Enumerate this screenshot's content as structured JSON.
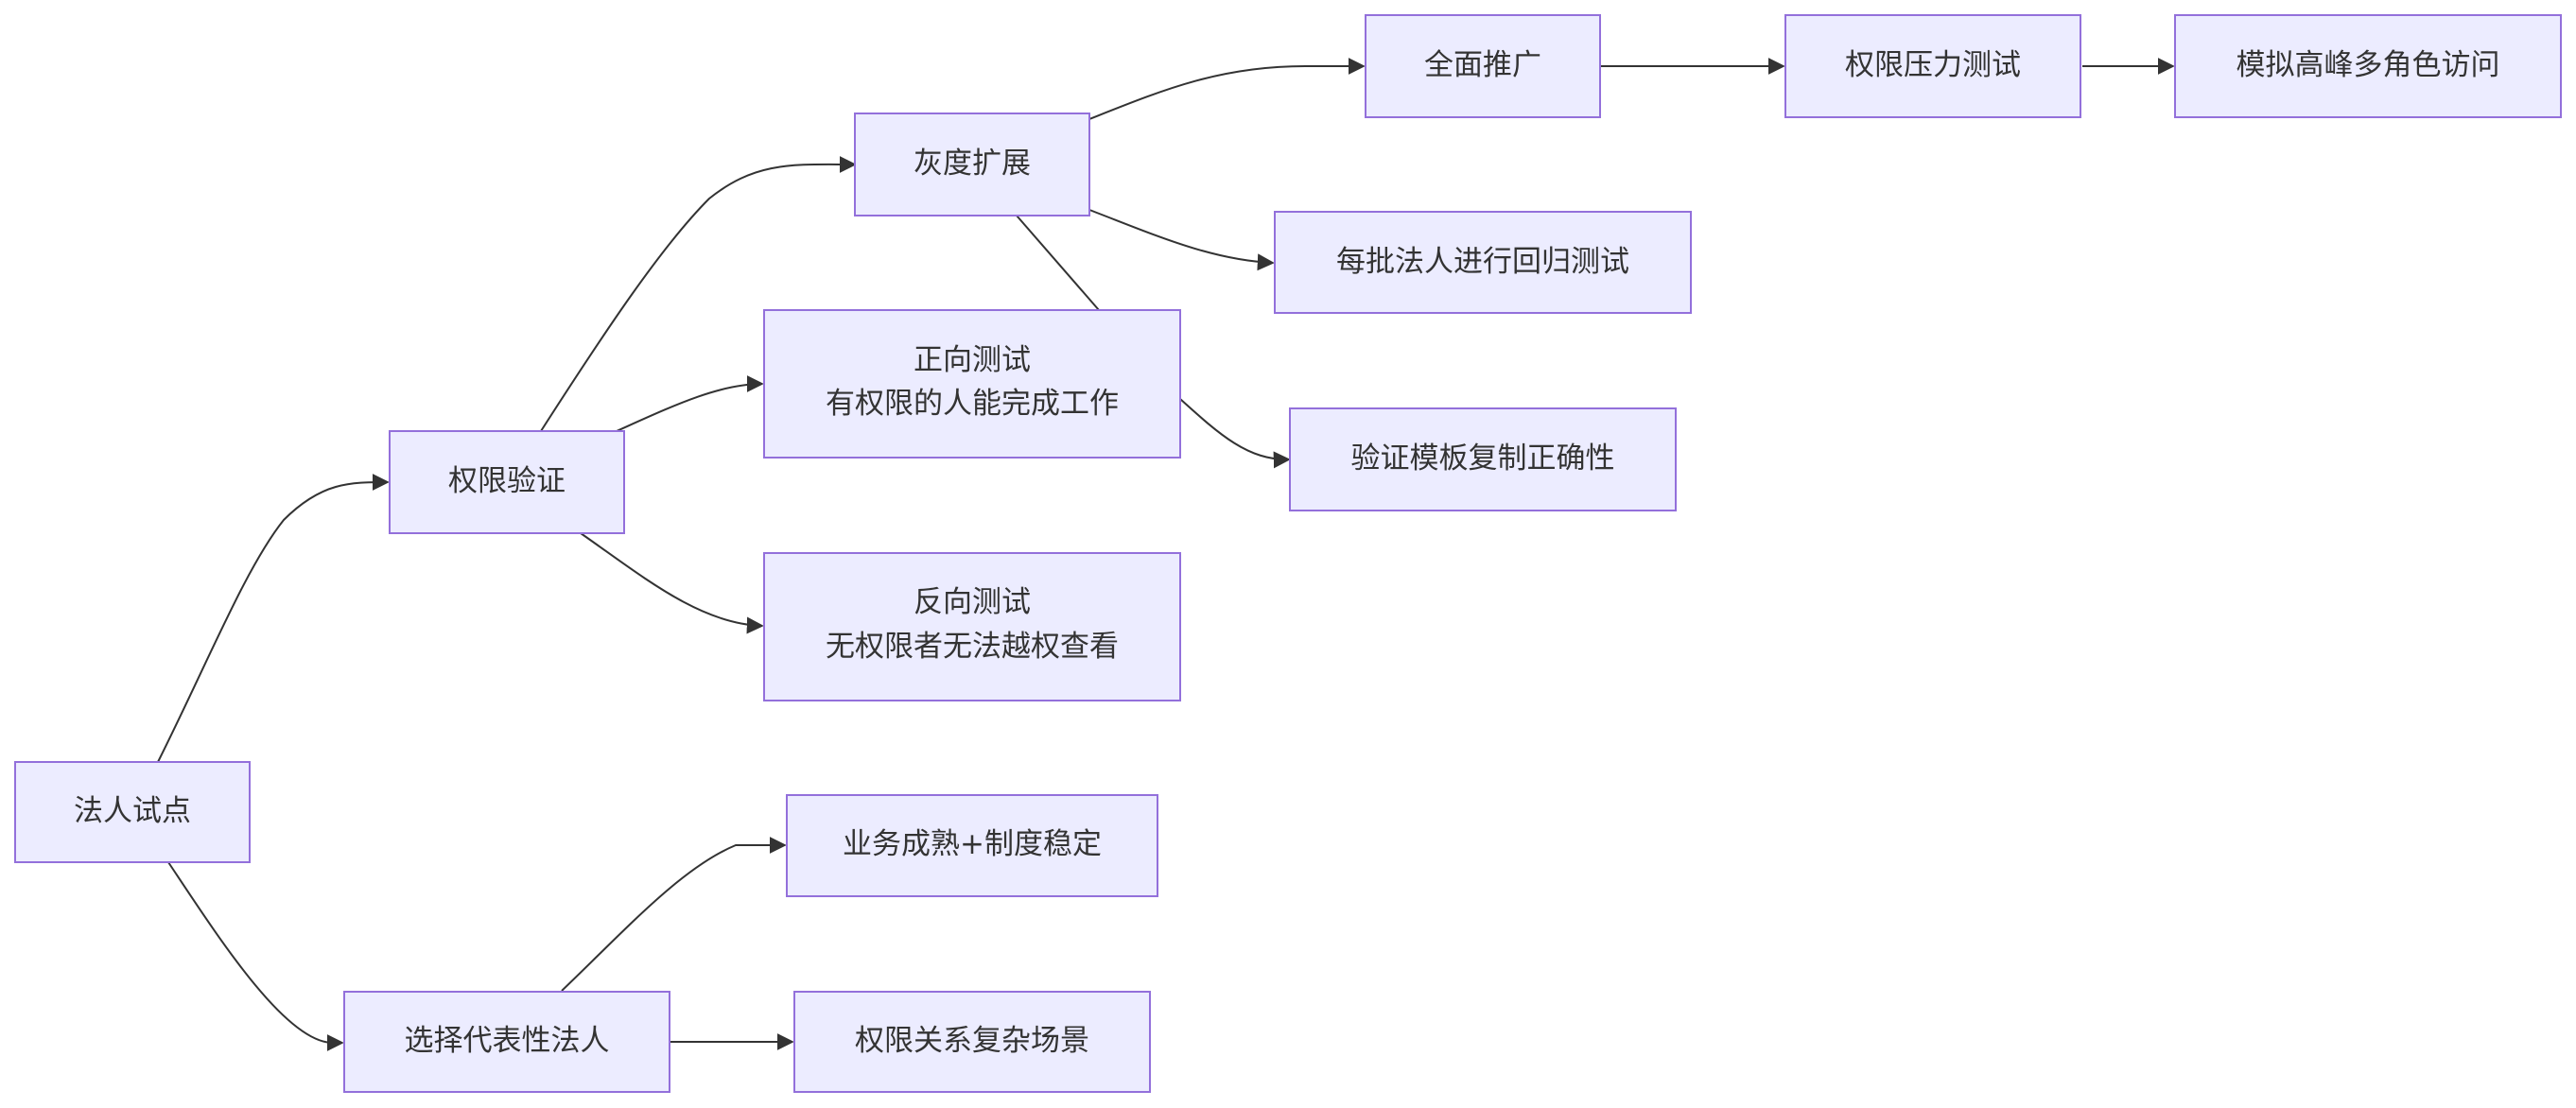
{
  "nodes": {
    "faren": {
      "label": [
        "法人试点"
      ]
    },
    "quanxian": {
      "label": [
        "权限验证"
      ]
    },
    "xuanze": {
      "label": [
        "选择代表性法人"
      ]
    },
    "huidu": {
      "label": [
        "灰度扩展"
      ]
    },
    "zhengxiang": {
      "label": [
        "正向测试",
        "有权限的人能完成工作"
      ]
    },
    "fanxiang": {
      "label": [
        "反向测试",
        "无权限者无法越权查看"
      ]
    },
    "yewu": {
      "label": [
        "业务成熟+制度稳定"
      ]
    },
    "guanxi": {
      "label": [
        "权限关系复杂场景"
      ]
    },
    "quanmian": {
      "label": [
        "全面推广"
      ]
    },
    "meipi": {
      "label": [
        "每批法人进行回归测试"
      ]
    },
    "yanzheng": {
      "label": [
        "验证模板复制正确性"
      ]
    },
    "yali": {
      "label": [
        "权限压力测试"
      ]
    },
    "moni": {
      "label": [
        "模拟高峰多角色访问"
      ]
    }
  }
}
